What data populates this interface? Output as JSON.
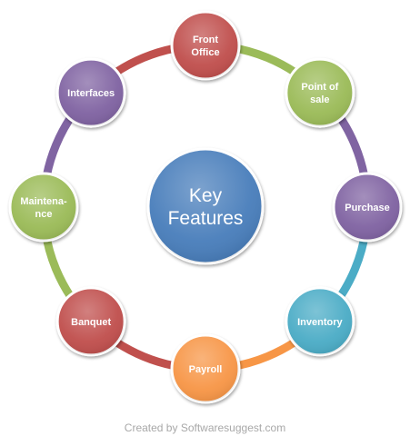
{
  "center": {
    "lines": [
      "Key",
      "Features"
    ],
    "color": "#4a7ebb"
  },
  "nodes": [
    {
      "id": "front-office",
      "lines": [
        "Front",
        "Office"
      ],
      "color": "#c0504d"
    },
    {
      "id": "point-of-sale",
      "lines": [
        "Point of",
        "sale"
      ],
      "color": "#9bbb59"
    },
    {
      "id": "purchase",
      "lines": [
        "Purchase"
      ],
      "color": "#8064a2"
    },
    {
      "id": "inventory",
      "lines": [
        "Inventory"
      ],
      "color": "#4bacc6"
    },
    {
      "id": "payroll",
      "lines": [
        "Payroll"
      ],
      "color": "#f79646"
    },
    {
      "id": "banquet",
      "lines": [
        "Banquet"
      ],
      "color": "#c0504d"
    },
    {
      "id": "maintenance",
      "lines": [
        "Maintena-",
        "nce"
      ],
      "color": "#9bbb59"
    },
    {
      "id": "interfaces",
      "lines": [
        "Interfaces"
      ],
      "color": "#8064a2"
    }
  ],
  "credit": "Created by Softwaresuggest.com"
}
